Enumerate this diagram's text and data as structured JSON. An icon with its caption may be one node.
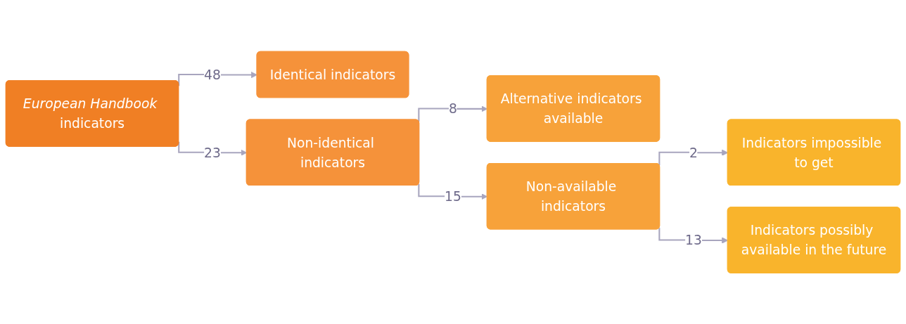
{
  "diagram": {
    "nodes": [
      {
        "text": [
          "*European Handbook* indicators"
        ]
      },
      {
        "text": [
          "Identical indicators"
        ]
      },
      {
        "text": [
          "Non-identical indicators"
        ]
      },
      {
        "text": [
          "Alternative indicators available"
        ]
      },
      {
        "text": [
          "Non-available indicators"
        ]
      },
      {
        "text": [
          "Indicators impossible to get"
        ]
      },
      {
        "text": [
          "Indicators possibly available in the future"
        ]
      }
    ],
    "edges": [
      {
        "from": 0,
        "to": 1,
        "arrow": "to",
        "label": "48"
      },
      {
        "from": 0,
        "to": 2,
        "arrow": "to",
        "label": "23"
      },
      {
        "from": 2,
        "to": 3,
        "arrow": "to",
        "label": "8"
      },
      {
        "from": 2,
        "to": 4,
        "arrow": "to",
        "label": "15"
      },
      {
        "from": 4,
        "to": 5,
        "arrow": "to",
        "label": "2"
      },
      {
        "from": 4,
        "to": 6,
        "arrow": "to",
        "label": "13"
      }
    ]
  }
}
